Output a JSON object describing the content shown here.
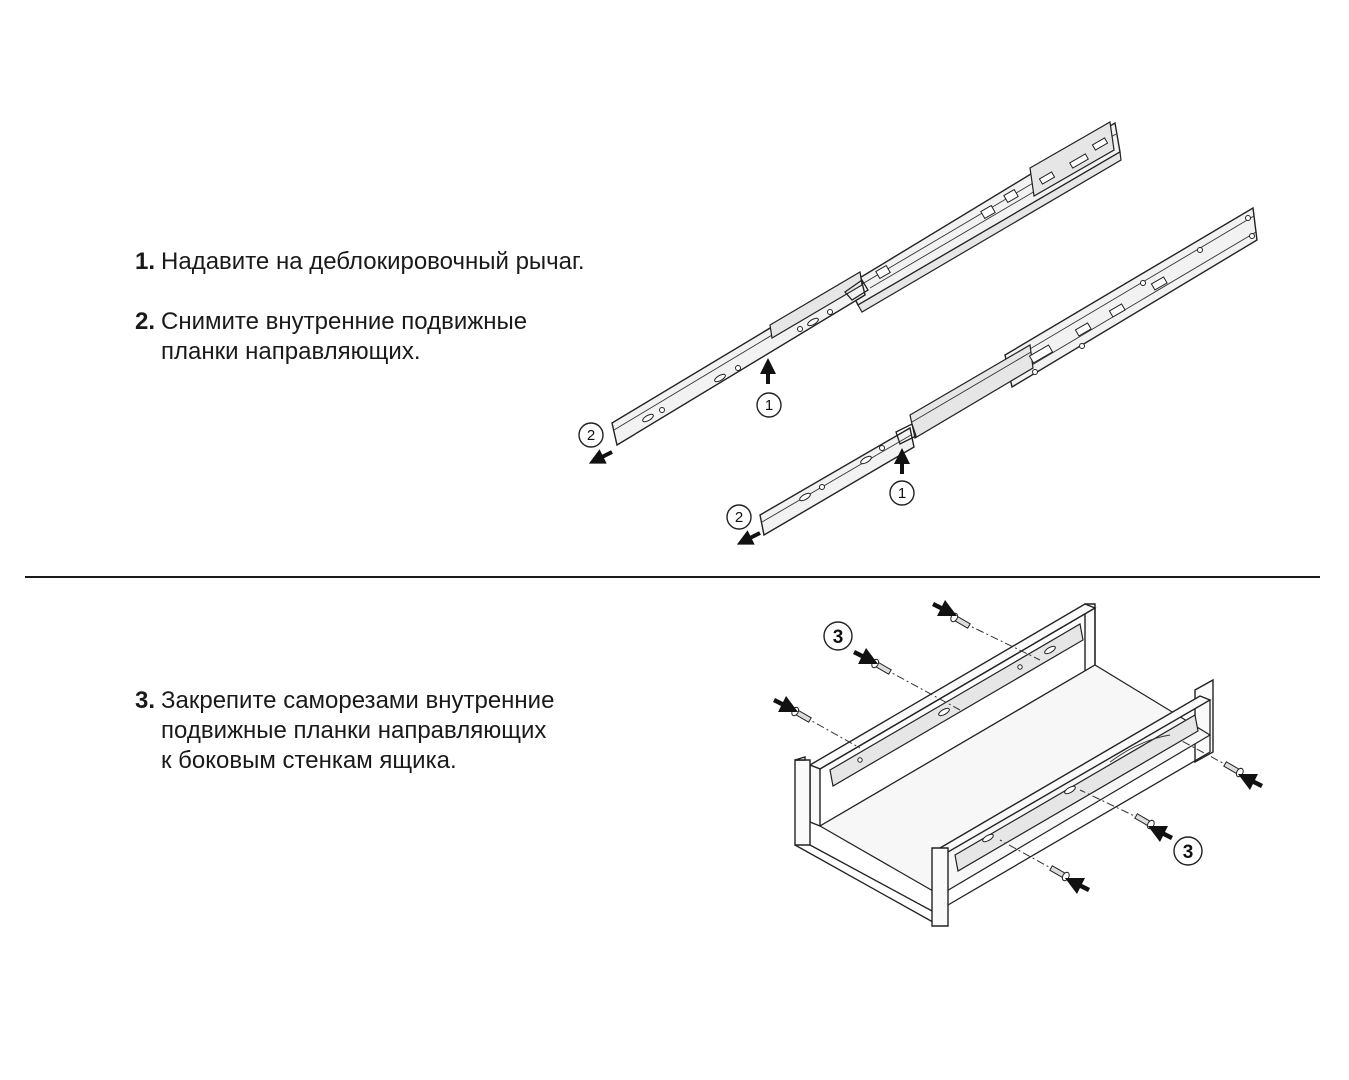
{
  "steps": [
    {
      "num": "1.",
      "lines": [
        "Надавите на деблокировочный рычаг."
      ]
    },
    {
      "num": "2.",
      "lines": [
        "Снимите внутренние подвижные",
        "планки направляющих."
      ]
    },
    {
      "num": "3.",
      "lines": [
        "Закрепите саморезами внутренние",
        "подвижные планки направляющих",
        "к боковым стенкам ящика."
      ]
    }
  ],
  "callouts": {
    "lever": "1",
    "remove": "2",
    "screw": "3"
  }
}
